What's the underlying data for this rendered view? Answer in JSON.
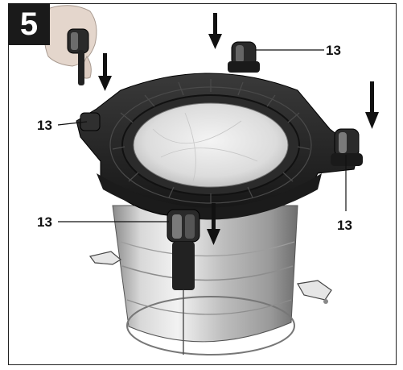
{
  "figure": {
    "step_number": "5",
    "callouts": [
      {
        "id": "top-right",
        "text": "13"
      },
      {
        "id": "left",
        "text": "13"
      },
      {
        "id": "right",
        "text": "13"
      },
      {
        "id": "bottom-left",
        "text": "13"
      }
    ]
  }
}
